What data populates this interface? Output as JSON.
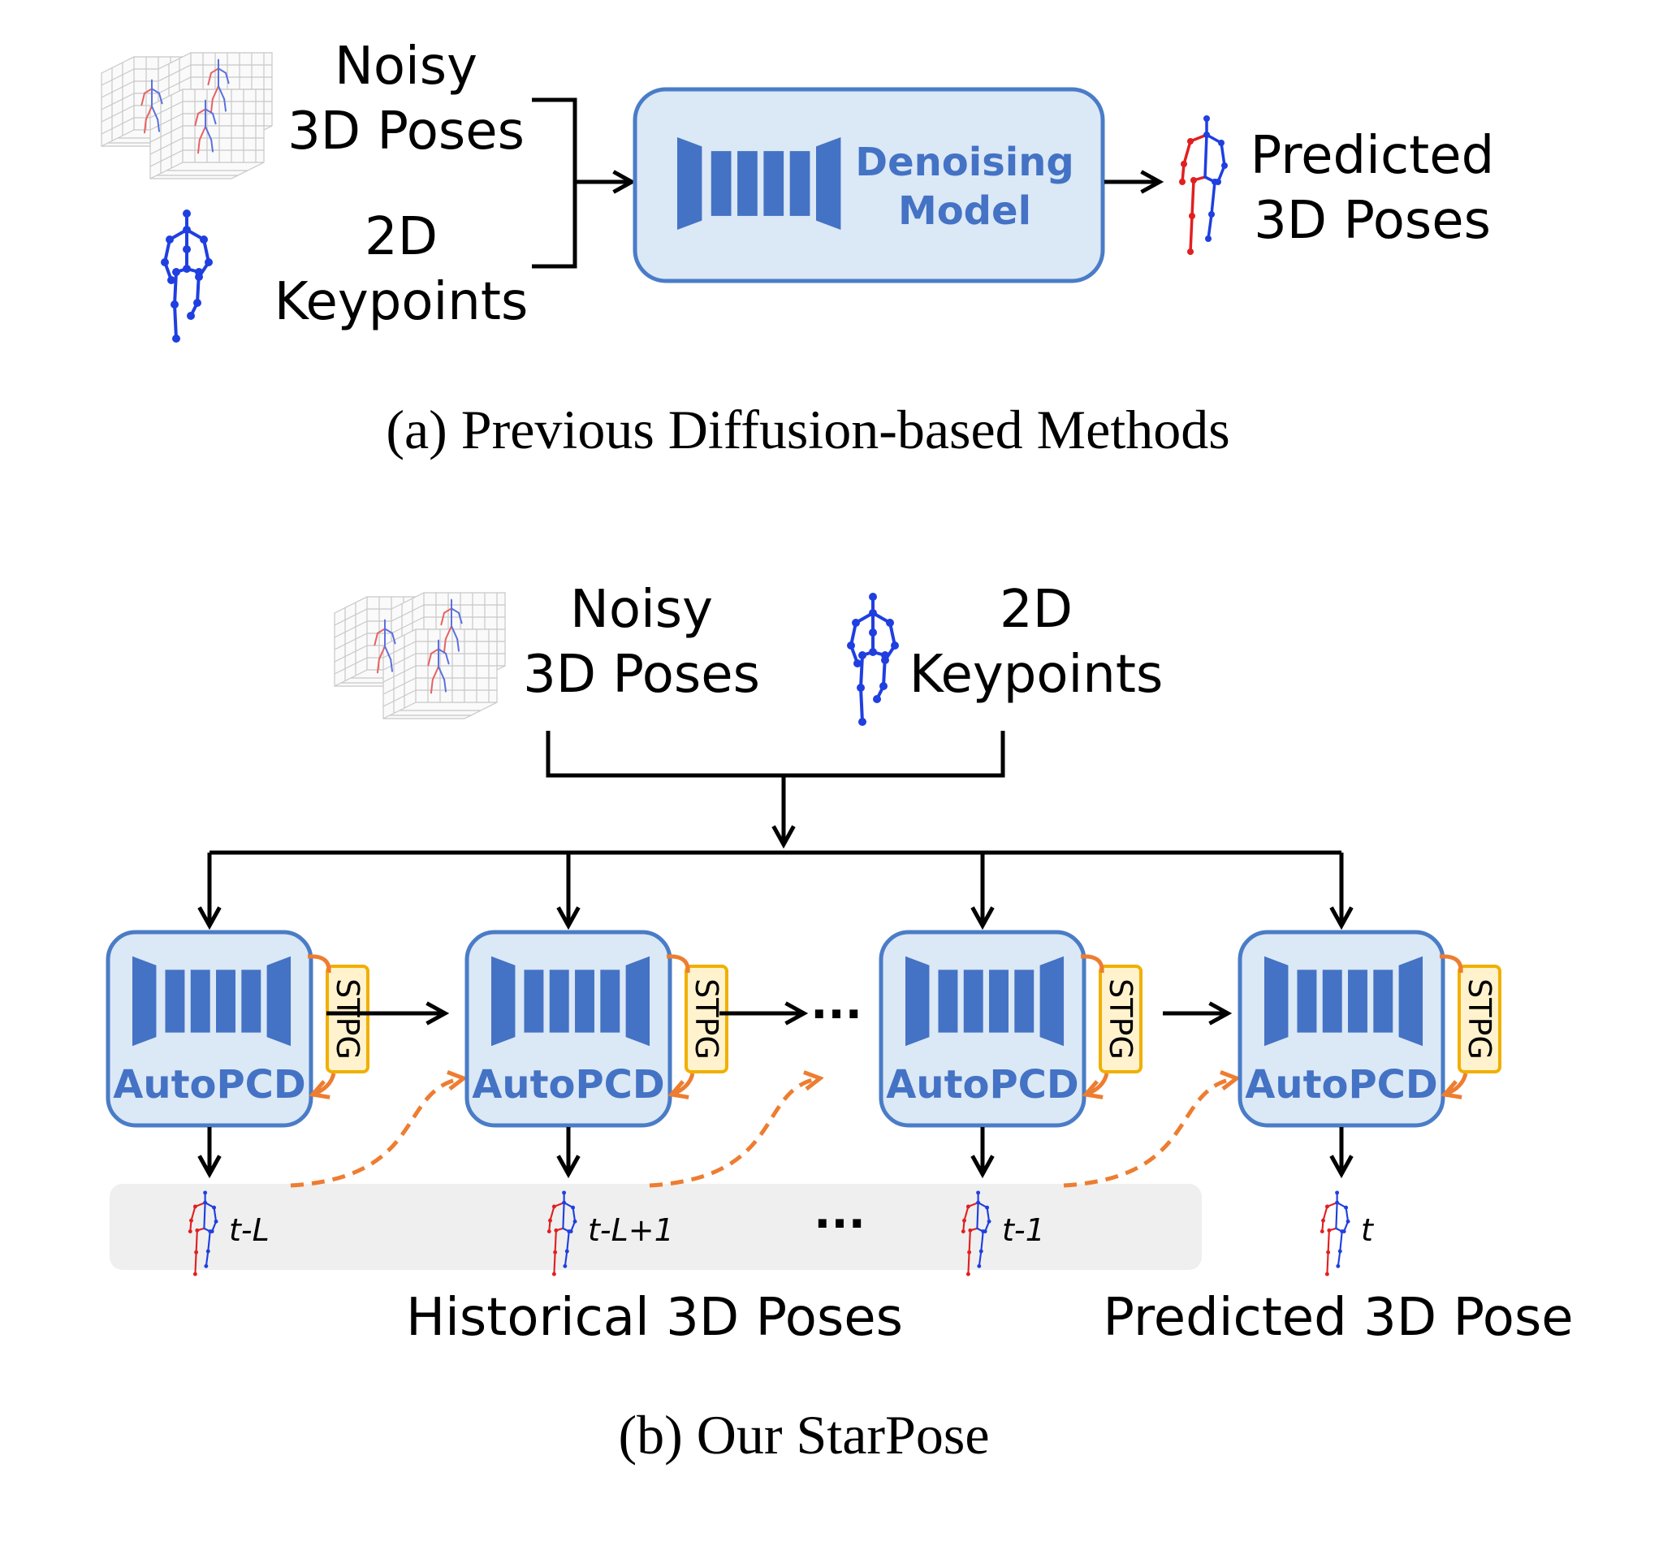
{
  "colors": {
    "box_fill": "#dbe8f6",
    "box_stroke": "#4a7cc7",
    "network": "#4472c4",
    "label_blue": "#4472c4",
    "stpg_fill": "#fff2cc",
    "stpg_stroke": "#f0b000",
    "orange": "#ed7d31",
    "skeleton_red": "#e02020",
    "skeleton_blue": "#1f3fe0",
    "history_band": "#efefef",
    "arrow": "#000000"
  },
  "panel_a": {
    "noisy_line1": "Noisy",
    "noisy_line2": "3D Poses",
    "kp_line1": "2D",
    "kp_line2": "Keypoints",
    "model_line1": "Denoising",
    "model_line2": "Model",
    "pred_line1": "Predicted",
    "pred_line2": "3D Poses",
    "caption": "(a) Previous Diffusion-based Methods"
  },
  "panel_b": {
    "noisy_line1": "Noisy",
    "noisy_line2": "3D Poses",
    "kp_line1": "2D",
    "kp_line2": "Keypoints",
    "blocks": [
      {
        "label": "AutoPCD",
        "stpg": "STPG",
        "frame_label": "t-L"
      },
      {
        "label": "AutoPCD",
        "stpg": "STPG",
        "frame_label": "t-L+1"
      },
      {
        "label": "AutoPCD",
        "stpg": "STPG",
        "frame_label": "t-1"
      },
      {
        "label": "AutoPCD",
        "stpg": "STPG",
        "frame_label": "t"
      }
    ],
    "ellipsis_mid": "···",
    "ellipsis_hist": "···",
    "historical_label": "Historical 3D Poses",
    "predicted_label": "Predicted 3D Pose",
    "caption": "(b) Our StarPose"
  }
}
